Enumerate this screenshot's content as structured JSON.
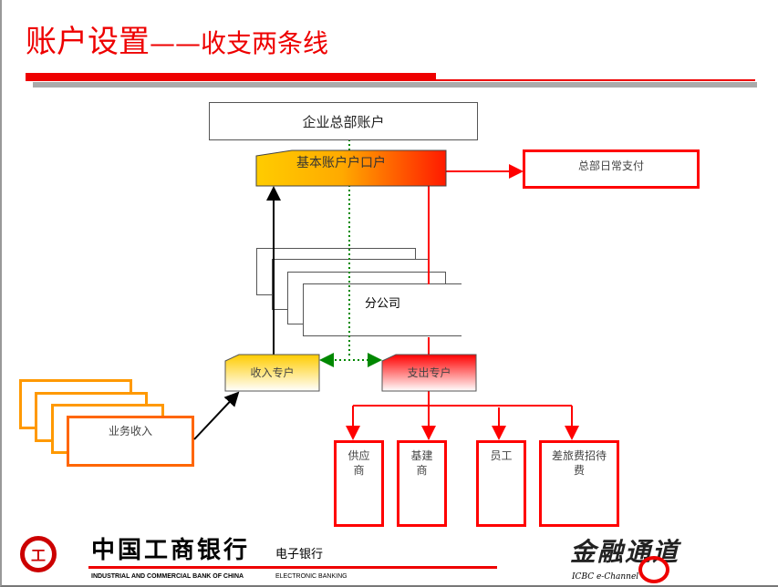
{
  "title": {
    "main": "账户设置",
    "sub": "——收支两条线"
  },
  "diagram": {
    "hq_account": "企业总部账户",
    "basic_account": "基本账户户口户",
    "hq_daily_payment": "总部日常支付",
    "branch": "分公司",
    "income_account": "收入专户",
    "expense_account": "支出专户",
    "business_income": "业务收入",
    "payees": [
      {
        "line1": "供应",
        "line2": "商"
      },
      {
        "line1": "基建",
        "line2": "商"
      },
      {
        "line1": "员工",
        "line2": ""
      },
      {
        "line1": "差旅费招待",
        "line2": "费"
      }
    ]
  },
  "footer": {
    "bank_name_cn": "中国工商银行",
    "ebank_cn": "电子银行",
    "bank_name_en": "INDUSTRIAL AND COMMERCIAL BANK OF CHINA",
    "ebank_en": "ELECTRONIC BANKING",
    "channel_logo": "金融通道",
    "channel_en": "ICBC e-Channel"
  },
  "colors": {
    "accent": "#ff0000",
    "income": "#ffcc00",
    "orange": "#ff9900",
    "green": "#008000"
  }
}
